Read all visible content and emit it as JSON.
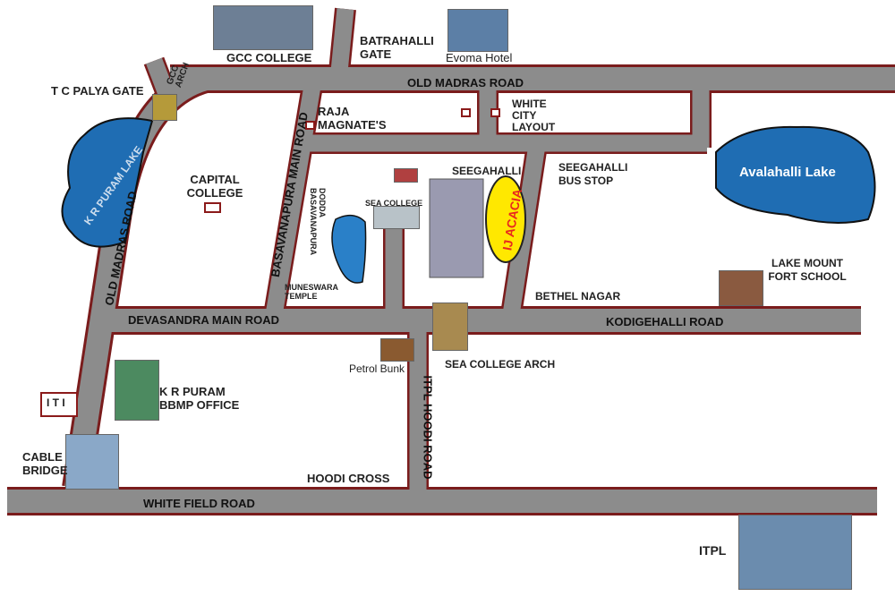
{
  "roads": {
    "old_madras_top": "OLD MADRAS ROAD",
    "old_madras_left": "OLD MADRAS ROAD",
    "basavanapura": "BASAVANAPURA MAIN ROAD",
    "devasandra": "DEVASANDRA MAIN ROAD",
    "kodigehalli": "KODIGEHALLI  ROAD",
    "itpl_hoodi": "ITPL HOODI ROAD",
    "white_field": "WHITE FIELD ROAD"
  },
  "places": {
    "tc_palya": "T C PALYA GATE",
    "gcc_arch": "GCC ARCH",
    "gcc_college": "GCC  COLLEGE",
    "batrahalli_gate": "BATRAHALLI GATE",
    "evoma": "Evoma Hotel",
    "raja": "RAJA MAGNATE'S",
    "white_city": "WHITE CITY LAYOUT",
    "kr_puram_lake": "K R PURAM LAKE",
    "capital_college": "CAPITAL COLLEGE",
    "seegahalli": "SEEGAHALLI",
    "seegahalli_bus": "SEEGAHALLI BUS STOP",
    "avalahalli": "Avalahalli Lake",
    "dodda": "DODDA BASAVANAPURA",
    "sea_college": "SEA COLLEGE",
    "muneswara": "MUNESWARA TEMPLE",
    "project": "IJ ACACIA",
    "bethel": "BETHEL NAGAR",
    "lake_mount": "LAKE MOUNT FORT SCHOOL",
    "petrol": "Petrol Bunk",
    "sea_arch": "SEA COLLEGE ARCH",
    "iti": "I T I",
    "kr_bbmp": "K R PURAM BBMP OFFICE",
    "cable_bridge": "CABLE BRIDGE",
    "hoodi_cross": "HOODI CROSS",
    "itpl": "ITPL"
  },
  "colors": {
    "road": "#8c8c8c",
    "road_border": "#7a1c1c",
    "lake": "#1f6db3",
    "highlight": "#ffe800"
  }
}
